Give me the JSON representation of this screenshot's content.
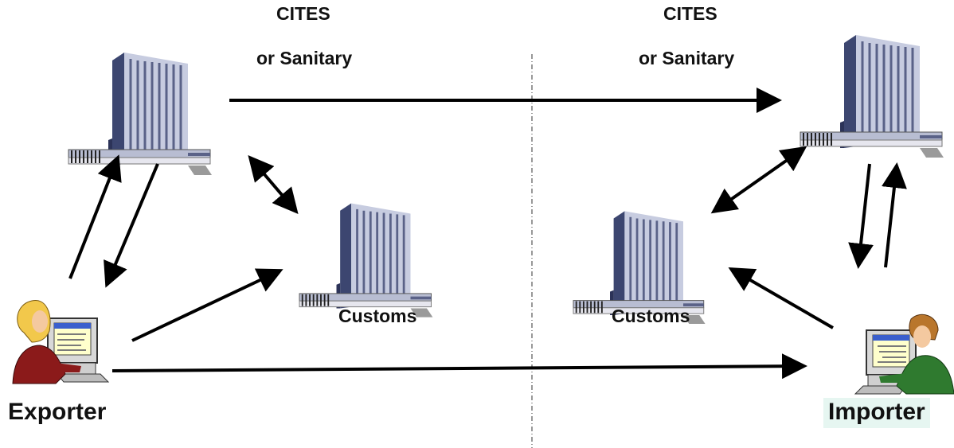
{
  "left_cites": {
    "line1": "CITES",
    "line2": "or Sanitary"
  },
  "right_cites": {
    "line1": "CITES",
    "line2": "or Sanitary"
  },
  "left_customs": "Customs",
  "right_customs": "Customs",
  "exporter": "Exporter",
  "importer": "Importer",
  "colors": {
    "highlight": "#e6f6f1",
    "arrow": "#000000",
    "building": "#8c94b4"
  }
}
